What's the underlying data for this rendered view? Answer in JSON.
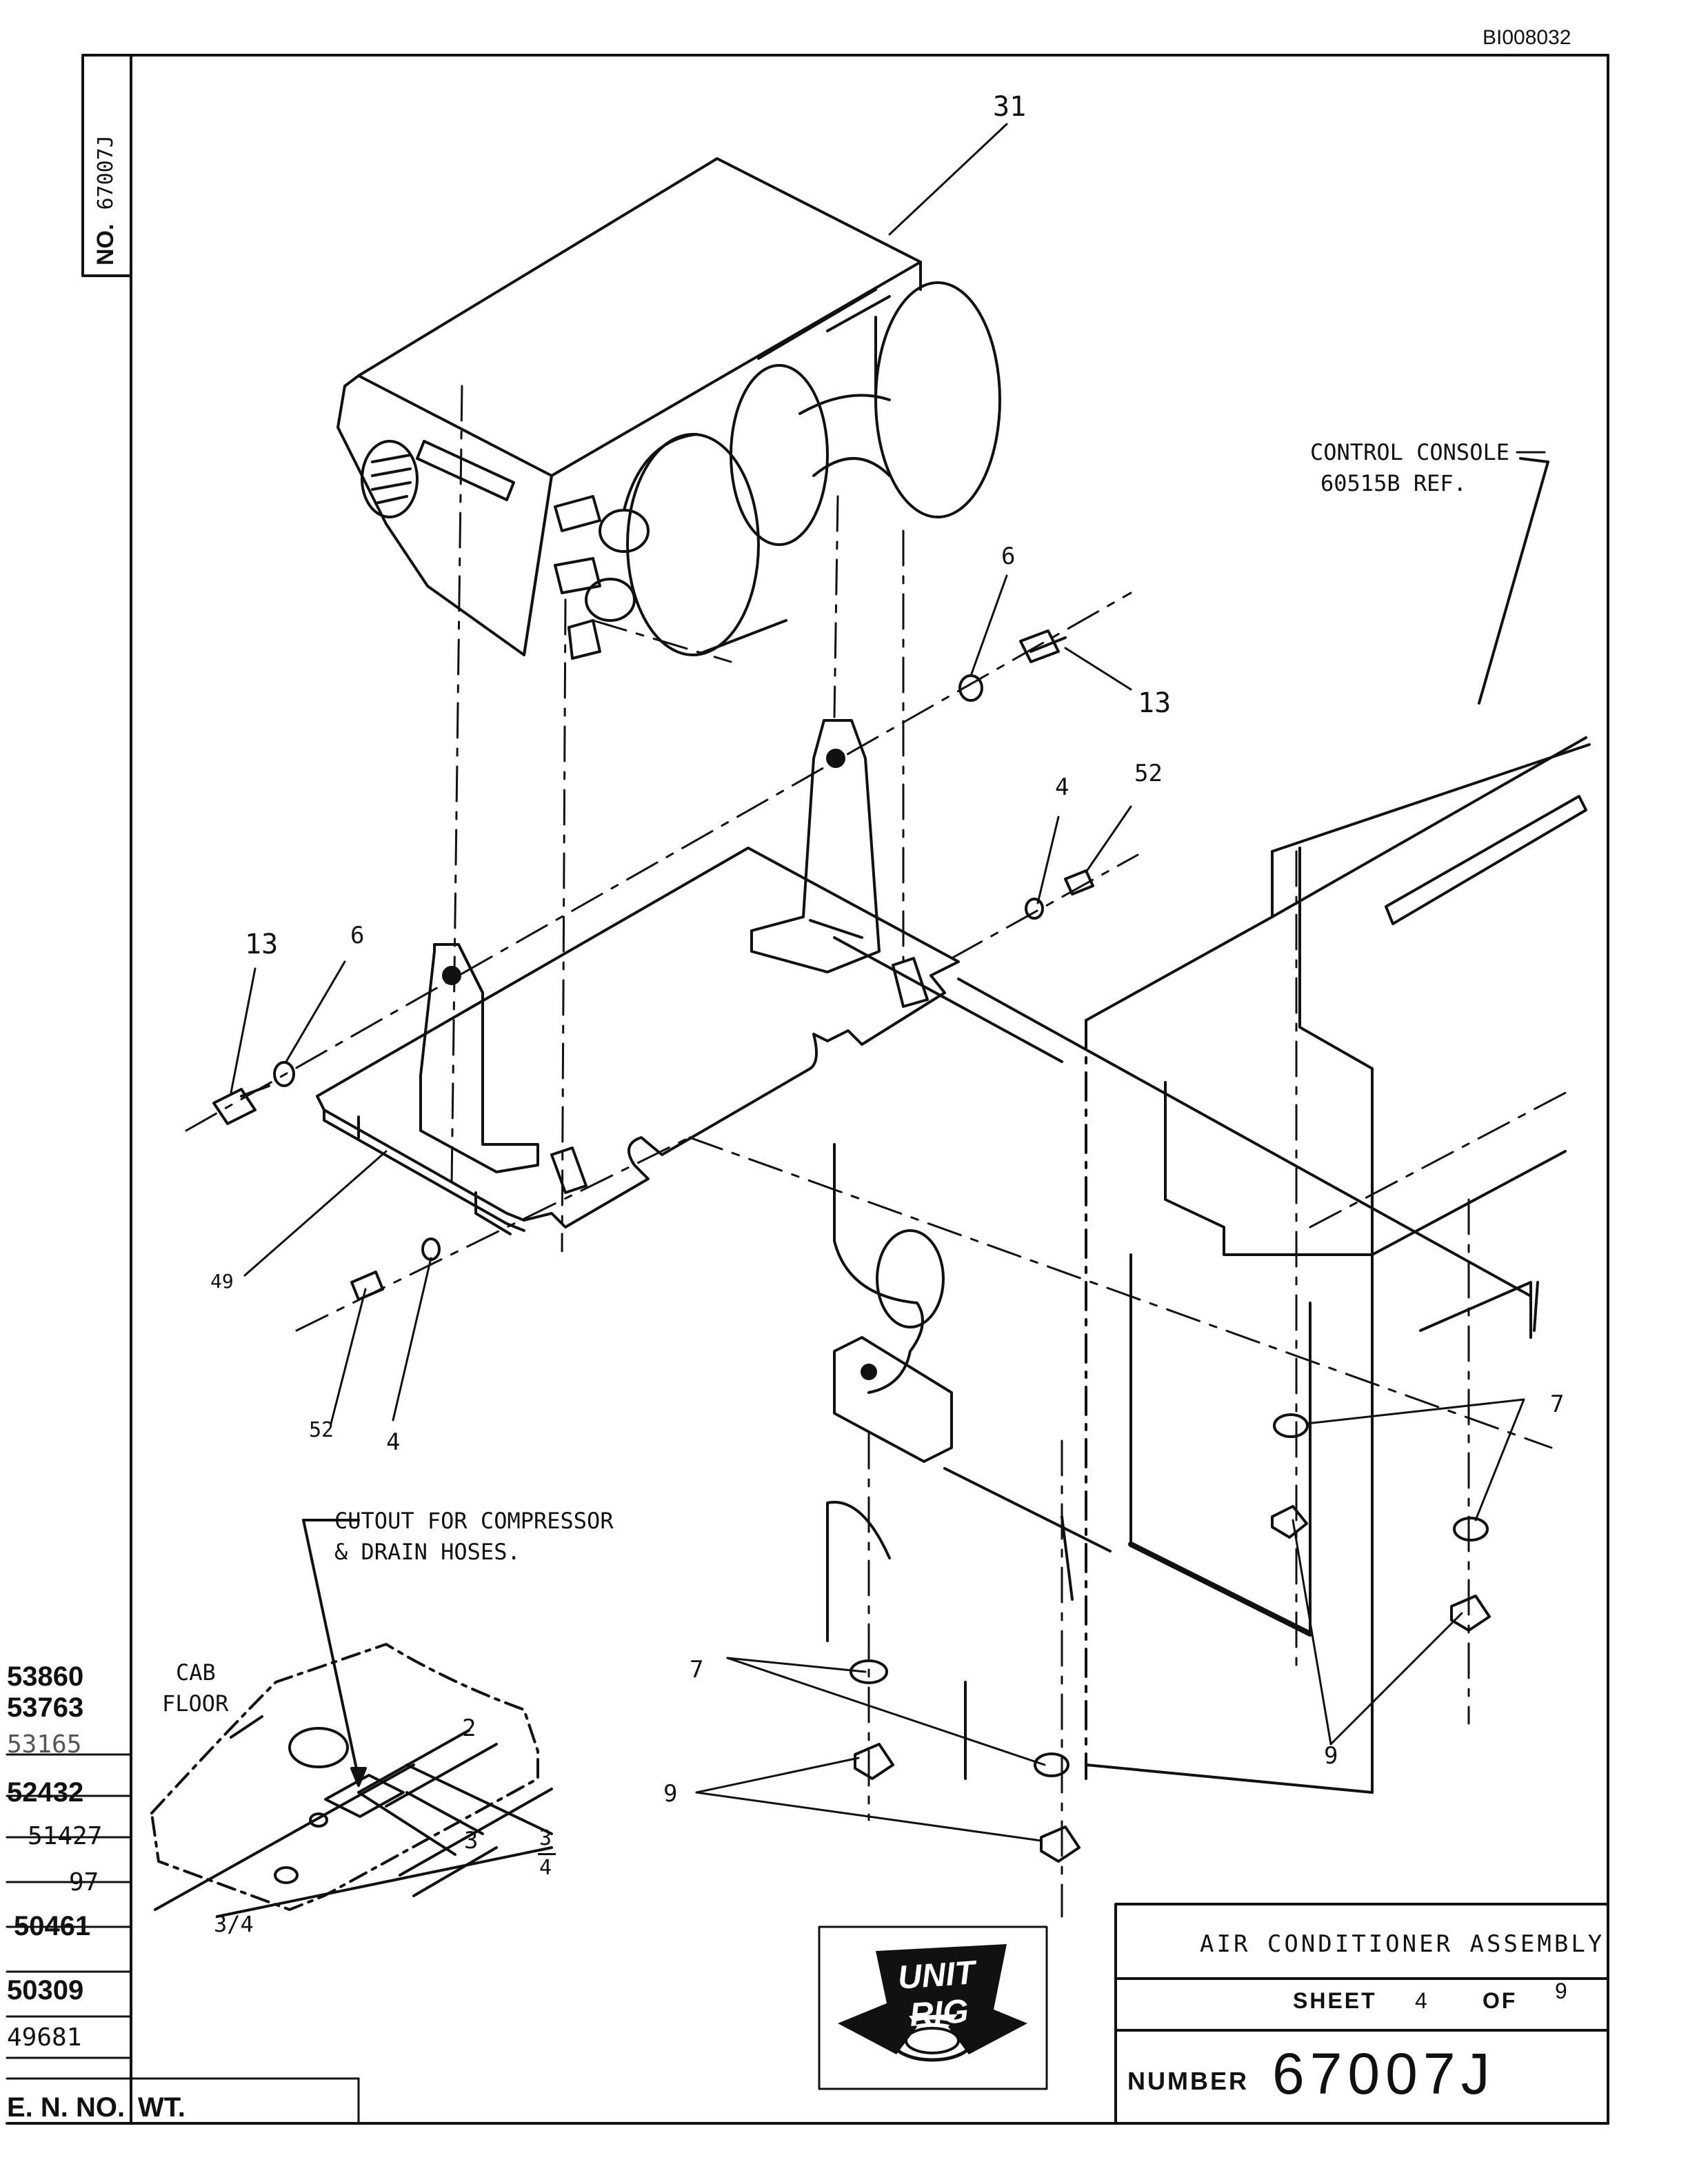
{
  "document_id": "BI008032",
  "side_tab": {
    "prefix": "NO.",
    "number": "67007J"
  },
  "callouts": {
    "c31": "31",
    "c6_upper": "6",
    "c13_upper": "13",
    "c4_upper": "4",
    "c52_upper": "52",
    "c13_left": "13",
    "c6_left": "6",
    "c49": "49",
    "c52_lower": "52",
    "c4_lower": "4",
    "c7_right": "7",
    "c9_right": "9",
    "c7_lower": "7",
    "c9_lower": "9"
  },
  "notes": {
    "console_line1": "CONTROL CONSOLE",
    "console_line2": "60515B REF.",
    "cutout_line1": "CUTOUT FOR COMPRESSOR",
    "cutout_line2": "& DRAIN HOSES.",
    "cab_line1": "CAB",
    "cab_line2": "FLOOR"
  },
  "detail_dims": {
    "d2": "2",
    "d3": "3",
    "d3_4_num": "3",
    "d3_4_den": "4",
    "d3_4_bottom": "3/4"
  },
  "revision_list": [
    {
      "value": "53860",
      "style": "bold"
    },
    {
      "value": "53763",
      "style": "bold"
    },
    {
      "value": "53165",
      "style": "light"
    },
    {
      "value": "52432",
      "style": "bold"
    },
    {
      "value": "51427",
      "style": "light"
    },
    {
      "value": "97",
      "style": "light"
    },
    {
      "value": "50461",
      "style": "bold"
    },
    {
      "value": "50309",
      "style": "bold"
    },
    {
      "value": "49681",
      "style": "light"
    }
  ],
  "footer": {
    "ecn_label": "E. N. NO.",
    "wt_label": "WT."
  },
  "logo": {
    "text": "UNIT RIG"
  },
  "title_block": {
    "title": "AIR CONDITIONER ASSEMBLY",
    "sheet_label": "SHEET",
    "sheet_number": "4",
    "of_label": "OF",
    "sheet_total": "9",
    "number_label": "NUMBER",
    "drawing_number": "67007J"
  }
}
